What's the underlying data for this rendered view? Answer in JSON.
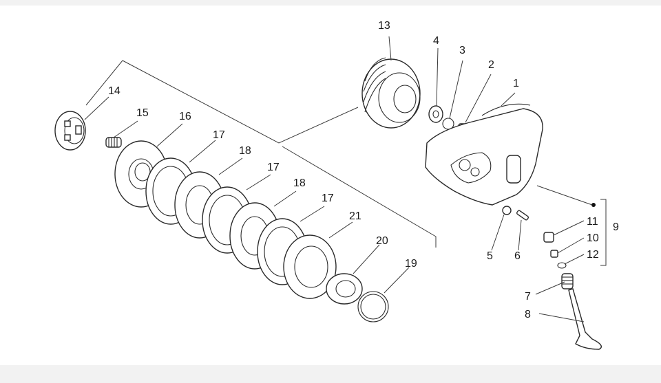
{
  "diagram": {
    "callouts": [
      {
        "id": "c1",
        "text": "1"
      },
      {
        "id": "c2",
        "text": "2"
      },
      {
        "id": "c3",
        "text": "3"
      },
      {
        "id": "c4",
        "text": "4"
      },
      {
        "id": "c5",
        "text": "5"
      },
      {
        "id": "c6",
        "text": "6"
      },
      {
        "id": "c7",
        "text": "7"
      },
      {
        "id": "c8",
        "text": "8"
      },
      {
        "id": "c9",
        "text": "9"
      },
      {
        "id": "c10",
        "text": "10"
      },
      {
        "id": "c11",
        "text": "11"
      },
      {
        "id": "c12",
        "text": "12"
      },
      {
        "id": "c13",
        "text": "13"
      },
      {
        "id": "c14",
        "text": "14"
      },
      {
        "id": "c15",
        "text": "15"
      },
      {
        "id": "c16",
        "text": "16"
      },
      {
        "id": "c17a",
        "text": "17"
      },
      {
        "id": "c18a",
        "text": "18"
      },
      {
        "id": "c17b",
        "text": "17"
      },
      {
        "id": "c18b",
        "text": "18"
      },
      {
        "id": "c17c",
        "text": "17"
      },
      {
        "id": "c19",
        "text": "19"
      },
      {
        "id": "c20",
        "text": "20"
      },
      {
        "id": "c21",
        "text": "21"
      }
    ]
  }
}
